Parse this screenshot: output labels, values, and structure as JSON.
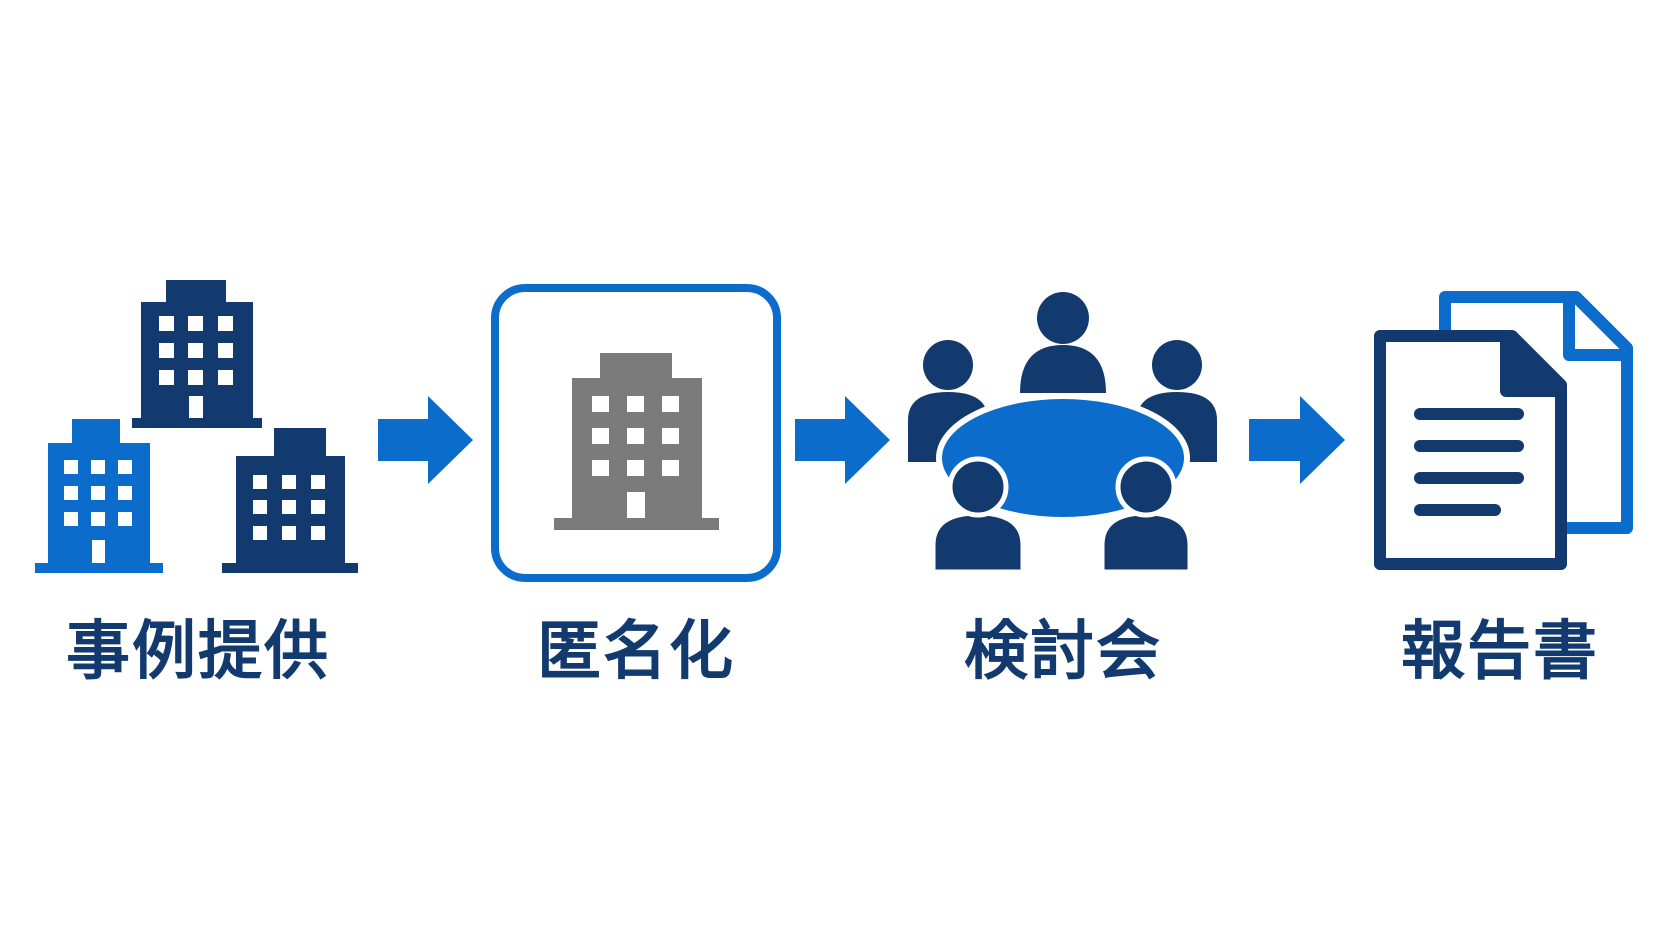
{
  "steps": [
    {
      "label": "事例提供",
      "icon": "buildings-icon"
    },
    {
      "label": "匿名化",
      "icon": "anonymized-building-icon"
    },
    {
      "label": "検討会",
      "icon": "meeting-table-icon"
    },
    {
      "label": "報告書",
      "icon": "report-documents-icon"
    }
  ],
  "arrow_icon": "right-arrow-icon",
  "colors": {
    "navy": "#123a6e",
    "blue": "#0b6ccc",
    "gray": "#7b7b7b",
    "label": "#123a6e",
    "background": "#ffffff"
  }
}
